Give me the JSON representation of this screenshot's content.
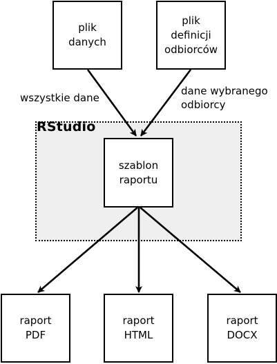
{
  "container": {
    "title": "RStudio",
    "fill_color": "#efefef"
  },
  "nodes": {
    "data_file": "plik\ndanych",
    "recipients_file": "plik\ndefinicji\nodbiorców",
    "report_template": "szablon\nraportu",
    "report_pdf": "raport\nPDF",
    "report_html": "raport\nHTML",
    "report_docx": "raport\nDOCX"
  },
  "edges": {
    "all_data": "wszystkie dane",
    "selected_recipient_data": "dane wybranego\nodbiorcy"
  }
}
